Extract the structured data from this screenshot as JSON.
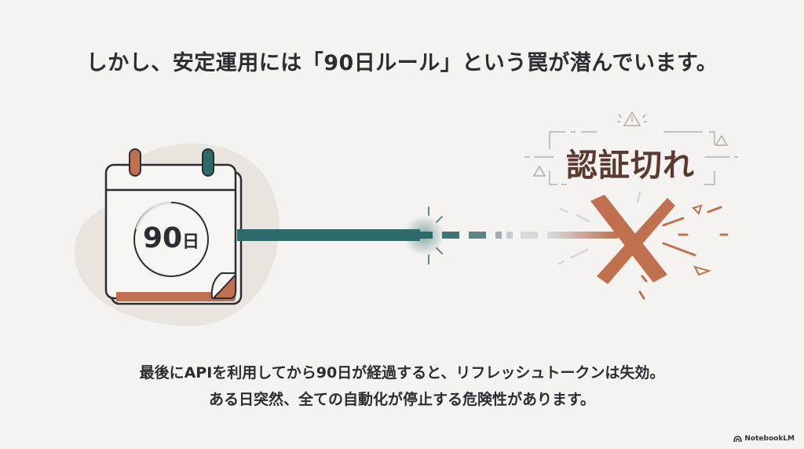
{
  "slide": {
    "title": "しかし、安定運用には「90日ルール」という罠が潜んでいます。",
    "calendar": {
      "number": "90",
      "unit": "日",
      "icon": "calendar-icon"
    },
    "warning_badge": {
      "label": "認証切れ",
      "icons": [
        "warning-triangle-icon",
        "warning-triangle-icon",
        "warning-triangle-icon"
      ]
    },
    "description": {
      "line1": "最後にAPIを利用してから90日が経過すると、リフレッシュトークンは失効。",
      "line2": "ある日突然、全ての自動化が停止する危険性があります。"
    },
    "brand": {
      "label": "NotebookLM",
      "icon": "notebooklm-logo-icon"
    },
    "colors": {
      "background": "#f5f3ef",
      "text": "#2a2d32",
      "teal": "#2e6a6a",
      "terracotta": "#c0704f",
      "badge_text": "#5a3a30",
      "blob": "#e9e4de"
    }
  }
}
